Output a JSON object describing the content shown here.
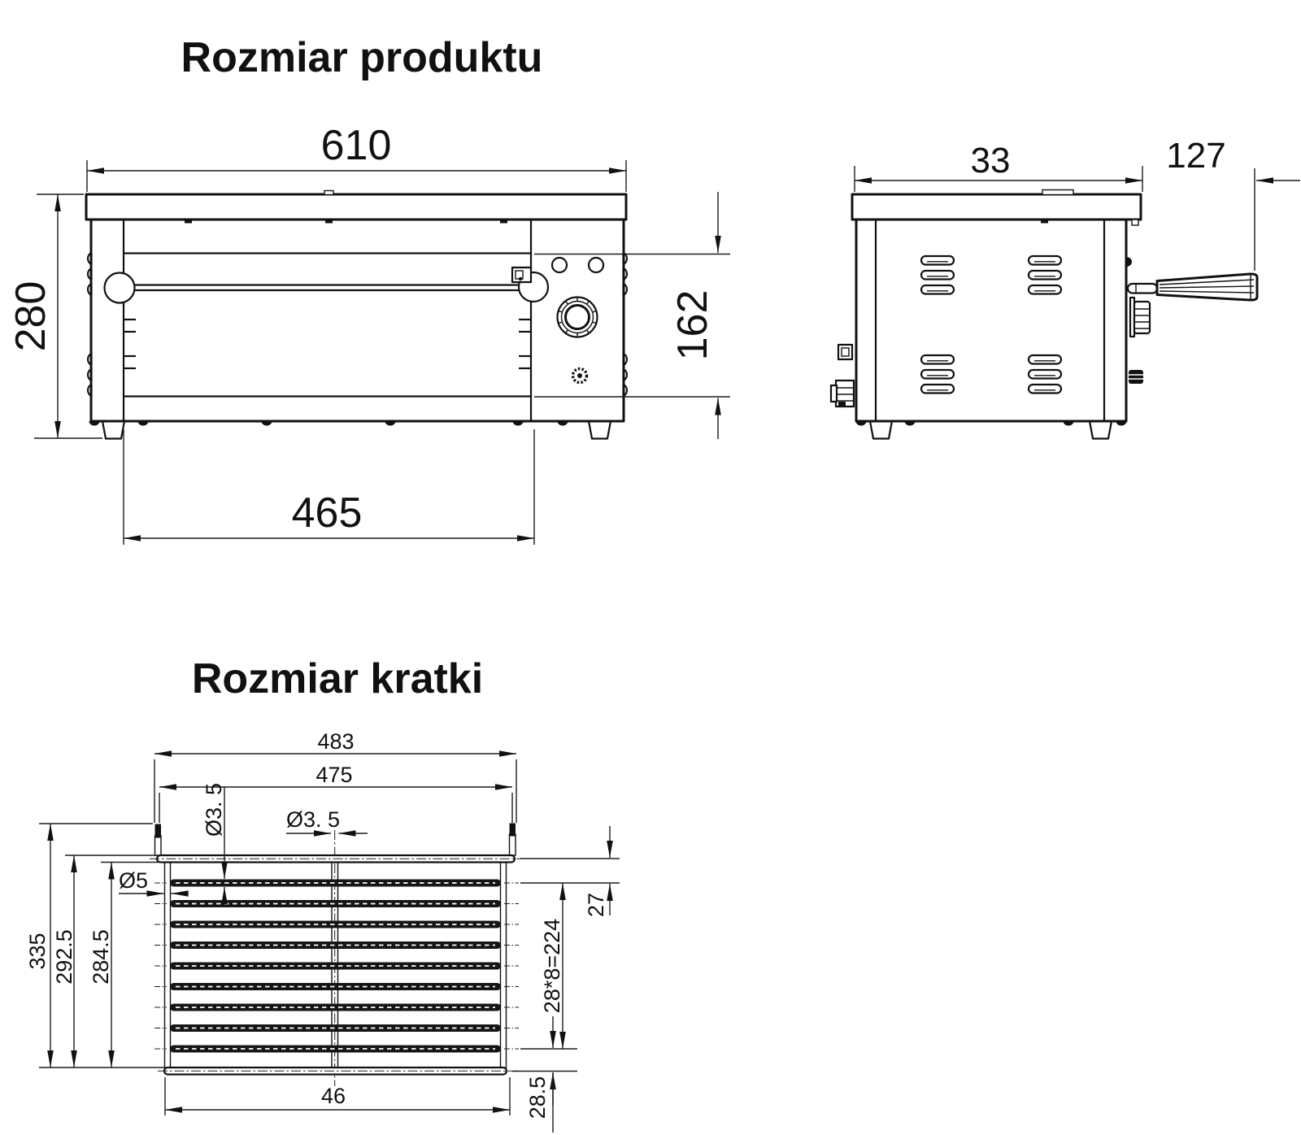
{
  "front_view": {
    "title": "Rozmiar produktu",
    "dim_width": "610",
    "dim_height": "280",
    "dim_inner_width": "465",
    "dim_panel_height": "162"
  },
  "side_view": {
    "dim_depth": "33",
    "dim_handle": "127"
  },
  "grate_view": {
    "title": "Rozmiar kratki",
    "dim_outer_width": "483",
    "dim_inner_width": "475",
    "dim_rod_dia": "Ø3. 5",
    "dim_center_rod_dia": "Ø3. 5",
    "dim_frame_dia": "Ø5",
    "dim_total_height": "335",
    "dim_frame_height": "292.5",
    "dim_inner_height": "284.5",
    "dim_top_gap": "27",
    "dim_pitch": "28*8=224",
    "dim_bottom_width": "46",
    "dim_bottom_gap": "28.5"
  },
  "colors": {
    "line": "#111111",
    "background": "#ffffff"
  }
}
